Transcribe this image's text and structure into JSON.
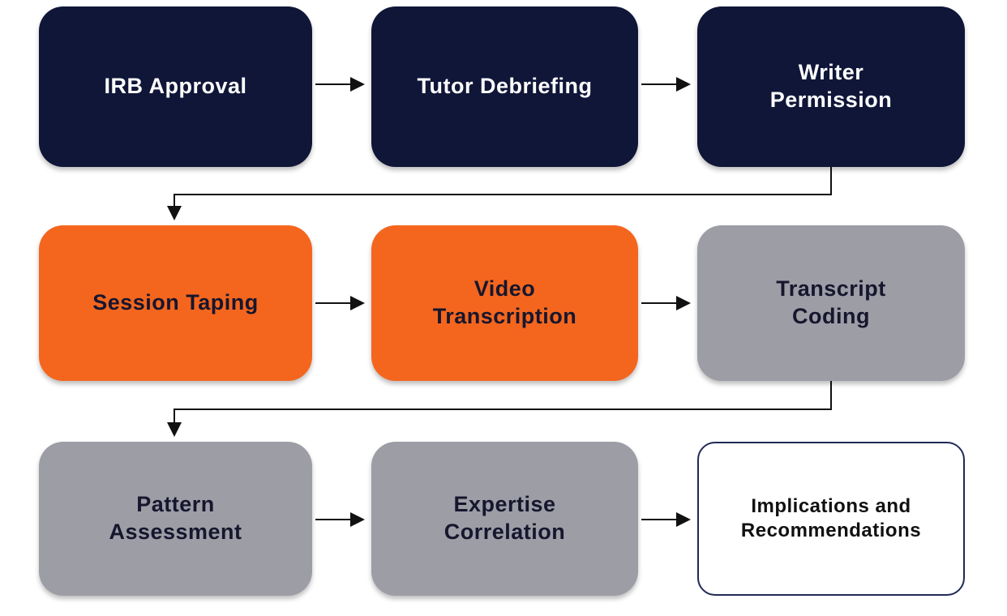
{
  "diagram": {
    "title": "Research process flowchart",
    "colors": {
      "navy": "#101638",
      "orange": "#F4661E",
      "gray": "#9D9DA6",
      "white": "#FFFFFF",
      "connector": "#111111",
      "dark_text": "#16162E"
    },
    "nodes": [
      {
        "label": "IRB Approval",
        "fill": "#101638",
        "text_color": "#FFFFFF"
      },
      {
        "label": "Tutor Debriefing",
        "fill": "#101638",
        "text_color": "#FFFFFF"
      },
      {
        "label": "Writer\nPermission",
        "fill": "#101638",
        "text_color": "#FFFFFF"
      },
      {
        "label": "Session Taping",
        "fill": "#F4661E",
        "text_color": "#16162E"
      },
      {
        "label": "Video\nTranscription",
        "fill": "#F4661E",
        "text_color": "#16162E"
      },
      {
        "label": "Transcript\nCoding",
        "fill": "#9D9DA6",
        "text_color": "#16162E"
      },
      {
        "label": "Pattern\nAssessment",
        "fill": "#9D9DA6",
        "text_color": "#16162E"
      },
      {
        "label": "Expertise\nCorrelation",
        "fill": "#9D9DA6",
        "text_color": "#16162E"
      },
      {
        "label": "Implications and\nRecommendations",
        "fill": "#FFFFFF",
        "text_color": "#111111",
        "border": "#1F2A56"
      }
    ]
  }
}
